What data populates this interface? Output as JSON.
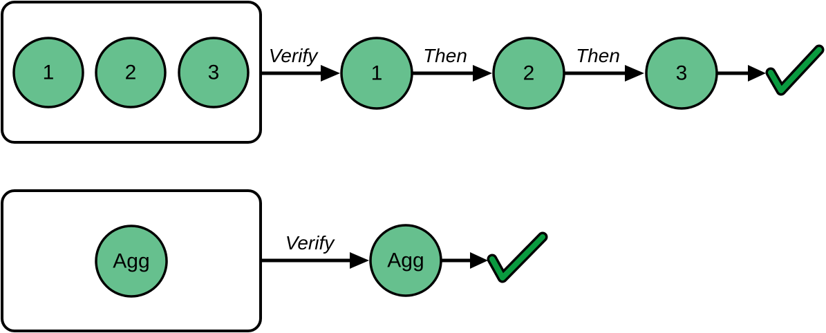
{
  "colors": {
    "node_fill": "#66c08e",
    "check_green": "#0a9a3f",
    "stroke": "#000000",
    "background": "#ffffff"
  },
  "top_flow": {
    "group_nodes": [
      {
        "label": "1"
      },
      {
        "label": "2"
      },
      {
        "label": "3"
      }
    ],
    "edges": [
      {
        "label": "Verify"
      },
      {
        "label": "Then"
      },
      {
        "label": "Then"
      },
      {
        "label": ""
      }
    ],
    "chain_nodes": [
      {
        "label": "1"
      },
      {
        "label": "2"
      },
      {
        "label": "3"
      }
    ],
    "result_icon": "checkmark-icon"
  },
  "bottom_flow": {
    "group_nodes": [
      {
        "label": "Agg"
      }
    ],
    "edges": [
      {
        "label": "Verify"
      },
      {
        "label": ""
      }
    ],
    "chain_nodes": [
      {
        "label": "Agg"
      }
    ],
    "result_icon": "checkmark-icon"
  }
}
